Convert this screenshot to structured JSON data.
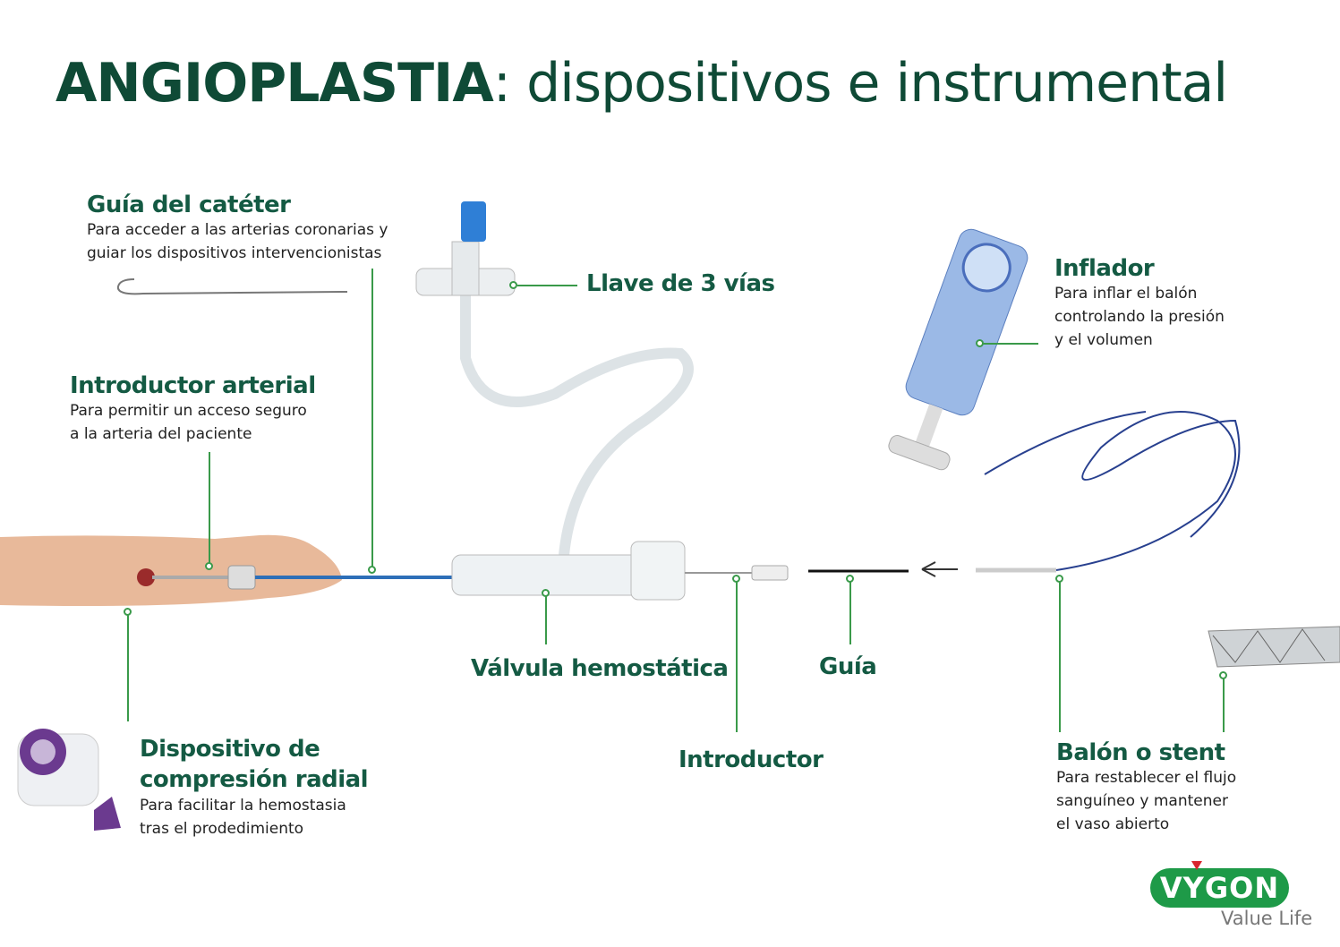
{
  "title": {
    "bold": "ANGIOPLASTIA",
    "rest": ": dispositivos e instrumental"
  },
  "labels": {
    "guia_cateter": {
      "title": "Guía del catéter",
      "lines": [
        "Para acceder a las arterias coronarias y",
        "guiar los dispositivos intervencionistas"
      ]
    },
    "llave": {
      "title": "Llave de 3 vías"
    },
    "introductor_arterial": {
      "title": "Introductor arterial",
      "lines": [
        "Para permitir un acceso seguro",
        "a la arteria del paciente"
      ]
    },
    "inflador": {
      "title": "Inflador",
      "lines": [
        "Para inflar el balón",
        "controlando la presión",
        "y el volumen"
      ]
    },
    "valvula": {
      "title": "Válvula hemostática"
    },
    "guia": {
      "title": "Guía"
    },
    "introductor": {
      "title": "Introductor"
    },
    "compresion": {
      "title_lines": [
        "Dispositivo de",
        "compresión radial"
      ],
      "lines": [
        "Para facilitar la hemostasia",
        "tras el prodedimiento"
      ]
    },
    "balon": {
      "title": "Balón o stent",
      "lines": [
        "Para restablecer el flujo",
        "sanguíneo y mantener",
        "el vaso abierto"
      ]
    }
  },
  "logo": {
    "brand": "VYGON",
    "tagline": "Value Life"
  },
  "colors": {
    "title": "#0f4a36",
    "heading": "#145a43",
    "connector": "#3a9a4a",
    "brand": "#1e9a48"
  }
}
